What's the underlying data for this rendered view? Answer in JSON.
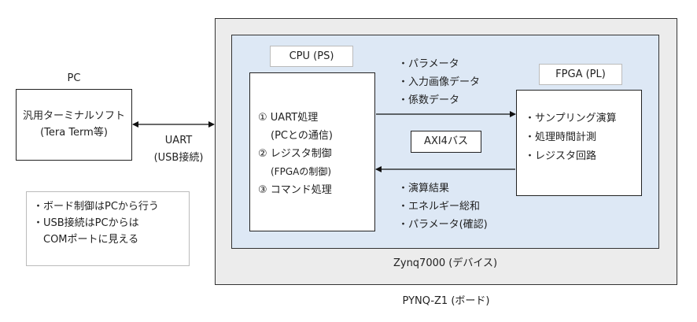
{
  "pc": {
    "title": "PC",
    "software_line1": "汎用ターミナルソフト",
    "software_line2": "(Tera Term等)"
  },
  "uart_link": {
    "line1": "UART",
    "line2": "(USB接続)"
  },
  "note": {
    "line1": "・ボード制御はPCから行う",
    "line2": "・USB接続はPCからは",
    "line3": "COMポートに見える"
  },
  "board": {
    "caption": "PYNQ-Z1 (ボード)"
  },
  "device": {
    "caption": "Zynq7000 (デバイス)"
  },
  "cpu": {
    "label": "CPU (PS)",
    "items": [
      "① UART処理",
      "(PCとの通信)",
      "② レジスタ制御",
      "(FPGAの制御)",
      "③ コマンド処理"
    ]
  },
  "fpga": {
    "label": "FPGA (PL)",
    "items": [
      "・サンプリング演算",
      "・処理時間計測",
      "・レジスタ回路"
    ]
  },
  "bus": {
    "label": "AXI4バス"
  },
  "to_fpga": [
    "・パラメータ",
    "・入力画像データ",
    "・係数データ"
  ],
  "to_cpu": [
    "・演算結果",
    "・エネルギー総和",
    "・パラメータ(確認)"
  ]
}
